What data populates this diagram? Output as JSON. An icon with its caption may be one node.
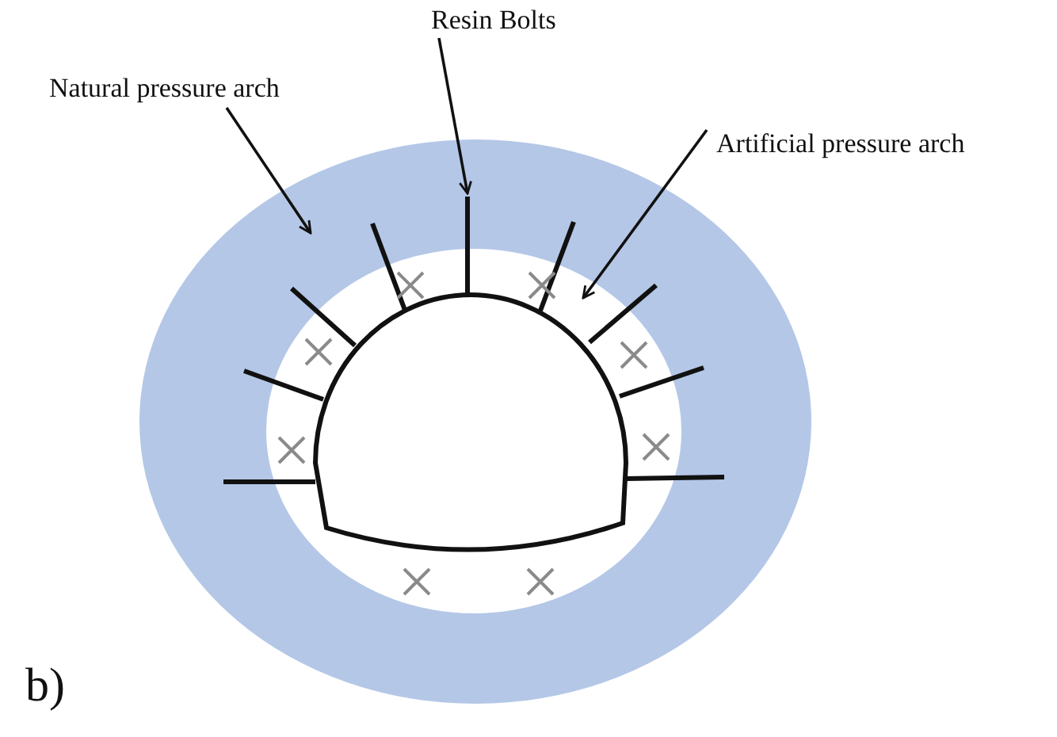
{
  "diagram": {
    "nodes": [
      {
        "text": [
          "Natural pressure arch"
        ]
      },
      {
        "text": [
          "Resin Bolts"
        ]
      },
      {
        "text": [
          "Artificial pressure arch"
        ]
      },
      {
        "text": [],
        "shape": "ellipse"
      },
      {
        "text": [],
        "shape": "bar",
        "in": 3
      },
      {
        "text": [],
        "shape": "ellipse",
        "in": 3
      }
    ],
    "edges": [
      {
        "from": 0,
        "to": 3,
        "arrow": "to"
      },
      {
        "from": 1,
        "to": 4,
        "arrow": "to"
      },
      {
        "from": 2,
        "to": 5,
        "arrow": "to"
      }
    ],
    "labels": [
      "b)"
    ]
  }
}
